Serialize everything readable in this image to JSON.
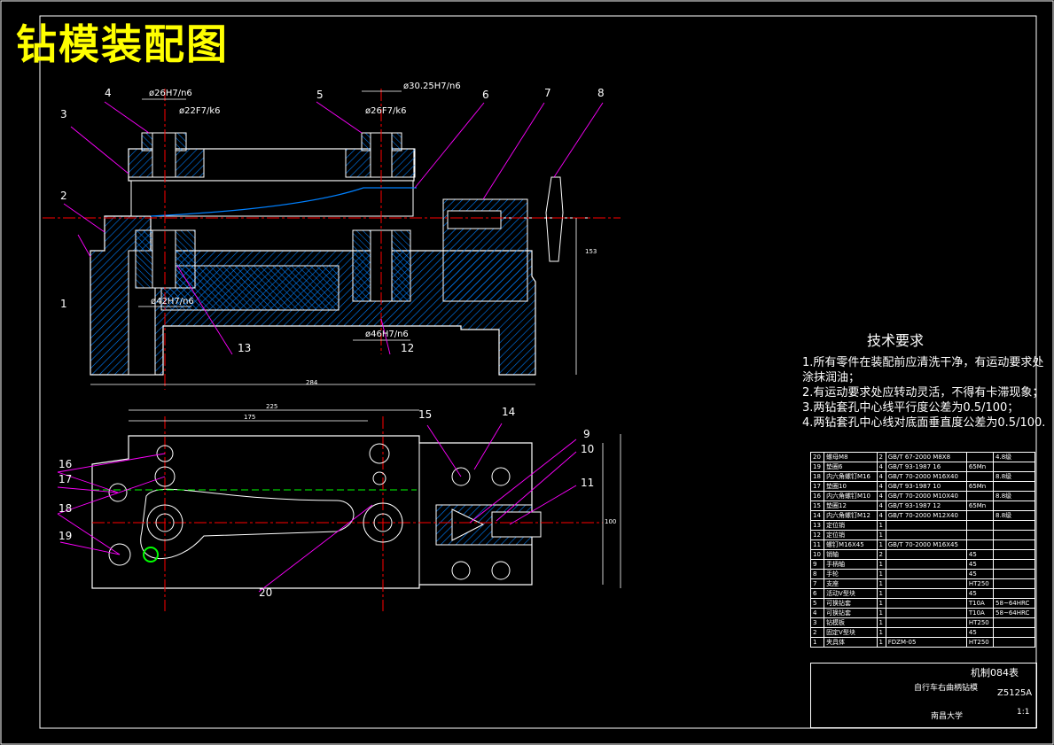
{
  "title": "钻模装配图",
  "tech_requirements": {
    "heading": "技术要求",
    "items": [
      "1.所有零件在装配前应清洗干净，有运动要求处涂抹润油；",
      "2.有运动要求处应转动灵活，不得有卡滞现象；",
      "3.两钻套孔中心线平行度公差为0.5/100；",
      "4.两钻套孔中心线对底面垂直度公差为0.5/100."
    ]
  },
  "part_labels": [
    "1",
    "2",
    "3",
    "4",
    "5",
    "6",
    "7",
    "8",
    "9",
    "10",
    "11",
    "12",
    "13",
    "14",
    "15",
    "16",
    "17",
    "18",
    "19",
    "20"
  ],
  "dimensions": {
    "d1": "ø26H7/n6",
    "d2": "ø22F7/k6",
    "d3": "ø30.25H7/n6",
    "d4": "ø26F7/k6",
    "d5": "ø42H7/n6",
    "d6": "ø46H7/n6",
    "overall": "284",
    "top_a": "225",
    "top_b": "175",
    "height_r": "153",
    "plan_h": "100"
  },
  "bom_rows": [
    [
      "20",
      "螺母M8",
      "2",
      "GB/T 67-2000 M8X8",
      "",
      "4.8级"
    ],
    [
      "19",
      "垫圈6",
      "4",
      "GB/T 93-1987 16",
      "65Mn",
      ""
    ],
    [
      "18",
      "内六角螺钉M16",
      "4",
      "GB/T 70-2000 M16X40",
      "",
      "8.8级"
    ],
    [
      "17",
      "垫圈10",
      "4",
      "GB/T 93-1987 10",
      "65Mn",
      ""
    ],
    [
      "16",
      "内六角螺钉M10",
      "4",
      "GB/T 70-2000 M10X40",
      "",
      "8.8级"
    ],
    [
      "15",
      "垫圈12",
      "4",
      "GB/T 93-1987 12",
      "65Mn",
      ""
    ],
    [
      "14",
      "内六角螺钉M12",
      "4",
      "GB/T 70-2000 M12X40",
      "",
      "8.8级"
    ],
    [
      "13",
      "定位销",
      "1",
      "",
      "",
      ""
    ],
    [
      "12",
      "定位销",
      "1",
      "",
      "",
      ""
    ],
    [
      "11",
      "螺钉M16X45",
      "1",
      "GB/T 70-2000 M16X45",
      "",
      ""
    ],
    [
      "10",
      "销轴",
      "2",
      "",
      "45",
      ""
    ],
    [
      "9",
      "手柄轴",
      "1",
      "",
      "45",
      ""
    ],
    [
      "8",
      "手轮",
      "1",
      "",
      "45",
      ""
    ],
    [
      "7",
      "支座",
      "1",
      "",
      "HT250",
      ""
    ],
    [
      "6",
      "活动V型块",
      "1",
      "",
      "45",
      ""
    ],
    [
      "5",
      "可换钻套",
      "1",
      "",
      "T10A",
      "58~64HRC"
    ],
    [
      "4",
      "可换钻套",
      "1",
      "",
      "T10A",
      "58~64HRC"
    ],
    [
      "3",
      "钻模板",
      "1",
      "",
      "HT250",
      ""
    ],
    [
      "2",
      "固定V型块",
      "1",
      "",
      "45",
      ""
    ],
    [
      "1",
      "夹具体",
      "1",
      "FDZM-05",
      "HT250",
      ""
    ]
  ],
  "title_block": {
    "drawing_no": "机制084表",
    "machine": "Z5125A",
    "part_name": "自行车右曲柄钻模",
    "school": "南昌大学",
    "scale": "1:1"
  },
  "colors": {
    "title": "#ffff00",
    "hatch": "#0080ff",
    "line": "#ffffff",
    "center": "#ff0000",
    "leader": "#ff00ff",
    "green": "#00ff00"
  }
}
